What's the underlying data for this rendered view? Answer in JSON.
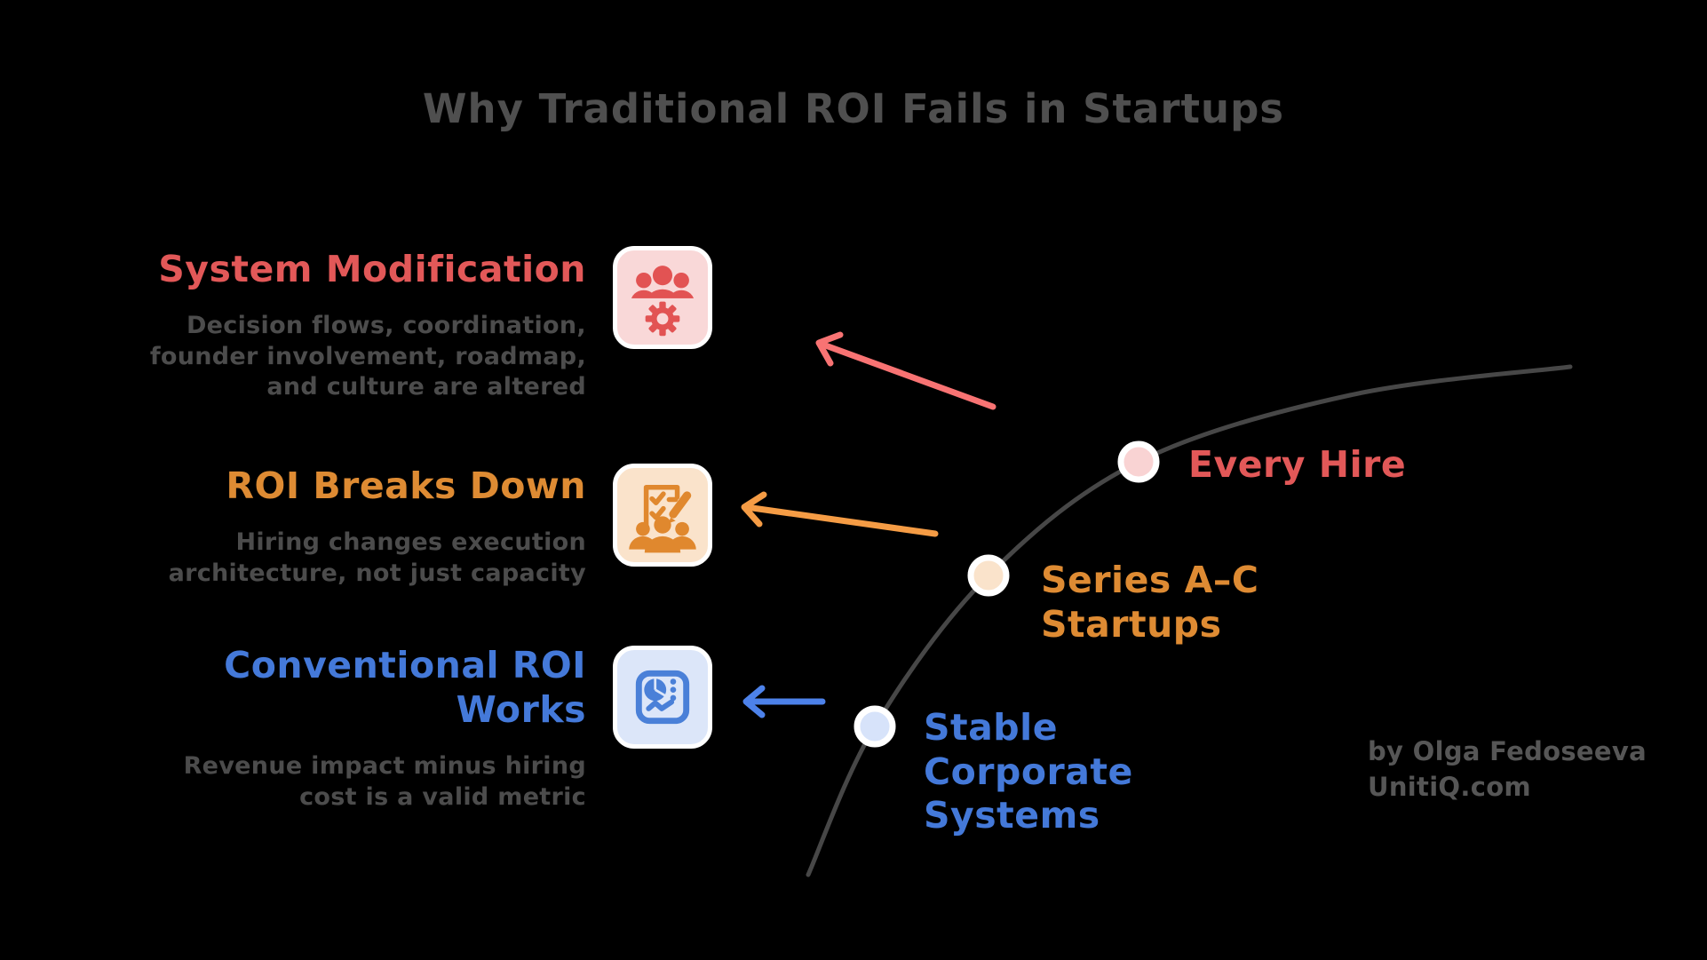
{
  "title": "Why Traditional ROI Fails in Startups",
  "colors": {
    "background": "#000000",
    "title_gray": "#4f4f4f",
    "description_gray": "#4c4c4c",
    "curve_gray": "#474747",
    "red_accent": "#e25858",
    "red_arrow": "#f87373",
    "red_card_bg": "#f9d8d8",
    "orange_accent": "#de8b33",
    "orange_arrow": "#f59c45",
    "orange_card_bg": "#fae3cb",
    "blue_accent": "#4479d9",
    "blue_arrow": "#4d82ea",
    "blue_card_bg": "#dce6f9",
    "dot_pink": "#f9d3d3",
    "dot_peach": "#fae3cb",
    "dot_blue": "#d7e3fa"
  },
  "stages": [
    {
      "heading": "System Modification",
      "desc_lines": [
        "Decision flows, coordination,",
        "founder involvement, roadmap,",
        "and culture are altered"
      ],
      "icon": "team-gear-icon",
      "color": "#e25858"
    },
    {
      "heading": "ROI Breaks Down",
      "desc_lines": [
        "Hiring changes execution",
        "architecture, not just capacity"
      ],
      "icon": "checklist-people-icon",
      "color": "#de8b33"
    },
    {
      "heading_lines": [
        "Conventional ROI",
        "Works"
      ],
      "desc_lines": [
        "Revenue impact minus hiring",
        "cost is a valid metric"
      ],
      "icon": "dashboard-chart-icon",
      "color": "#4479d9"
    }
  ],
  "curve_points": [
    {
      "label_lines": [
        "Every Hire"
      ],
      "color": "#e25858",
      "dot_color": "#f9d3d3"
    },
    {
      "label_lines": [
        "Series A–C",
        "Startups"
      ],
      "color": "#de8b33",
      "dot_color": "#fae3cb"
    },
    {
      "label_lines": [
        "Stable",
        "Corporate",
        "Systems"
      ],
      "color": "#4479d9",
      "dot_color": "#d7e3fa"
    }
  ],
  "credit": {
    "line1": "by Olga Fedoseeva",
    "line2": "UnitiQ.com"
  }
}
